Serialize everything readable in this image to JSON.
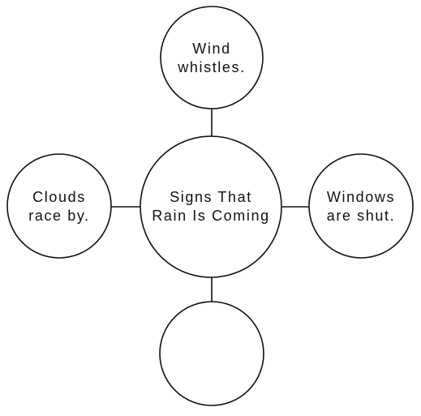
{
  "center": {
    "lines": [
      "Signs That",
      "Rain Is Coming"
    ]
  },
  "nodes": {
    "top": {
      "lines": [
        "Wind",
        "whistles."
      ]
    },
    "left": {
      "lines": [
        "Clouds",
        "race by."
      ]
    },
    "right": {
      "lines": [
        "Windows",
        "are shut."
      ]
    },
    "bottom": {
      "lines": []
    }
  },
  "colors": {
    "stroke": "#111111",
    "fill": "#ffffff",
    "text": "#111111"
  }
}
